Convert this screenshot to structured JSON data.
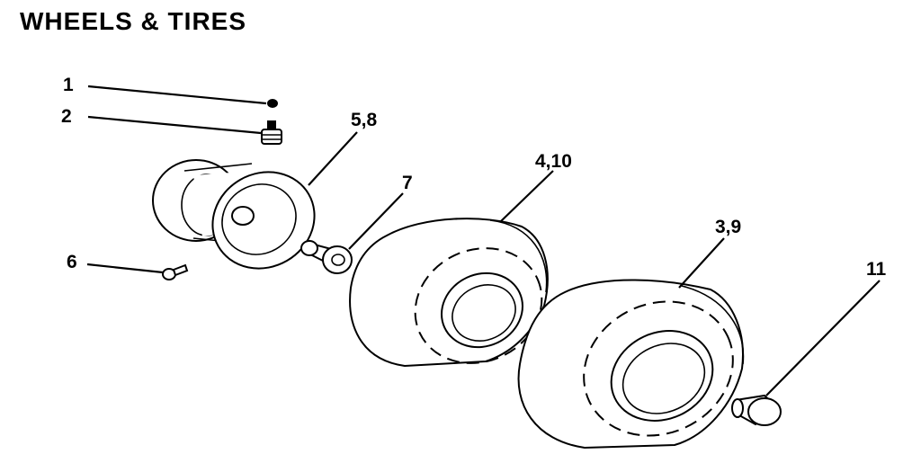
{
  "title": "WHEELS & TIRES",
  "callouts": {
    "c1": "1",
    "c2": "2",
    "c58": "5,8",
    "c7": "7",
    "c410": "4,10",
    "c39": "3,9",
    "c6": "6",
    "c11": "11"
  }
}
